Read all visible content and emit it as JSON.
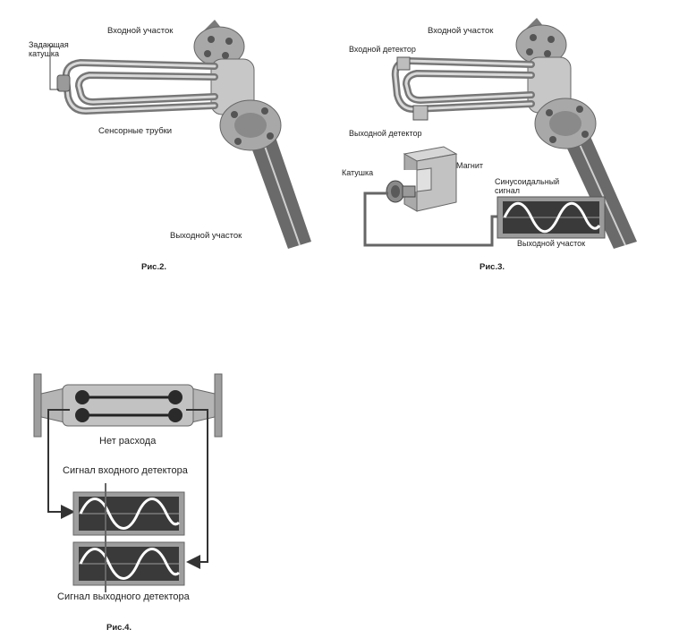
{
  "fig2": {
    "inlet_label": "Входной участок",
    "coil_label_line1": "Задающая",
    "coil_label_line2": "катушка",
    "tubes_label": "Сенсорные трубки",
    "outlet_label": "Выходной участок",
    "caption": "Рис.2."
  },
  "fig3": {
    "inlet_label": "Входной участок",
    "inlet_detector_label": "Входной детектор",
    "outlet_detector_label": "Выходной детектор",
    "coil_label": "Катушка",
    "magnet_label": "Магнит",
    "sine_label_line1": "Синусоидальный",
    "sine_label_line2": "сигнал",
    "outlet_label": "Выходной участок",
    "caption": "Рис.3."
  },
  "fig4": {
    "no_flow_label": "Нет расхода",
    "inlet_signal_label": "Сигнал входного детектора",
    "outlet_signal_label": "Сигнал выходного детектора",
    "caption": "Рис.4."
  },
  "colors": {
    "pipe_dark": "#555555",
    "pipe_light": "#bdbdbd",
    "flange": "#9e9e9e",
    "scope_bg": "#3a3a3a",
    "wire": "#555555"
  }
}
